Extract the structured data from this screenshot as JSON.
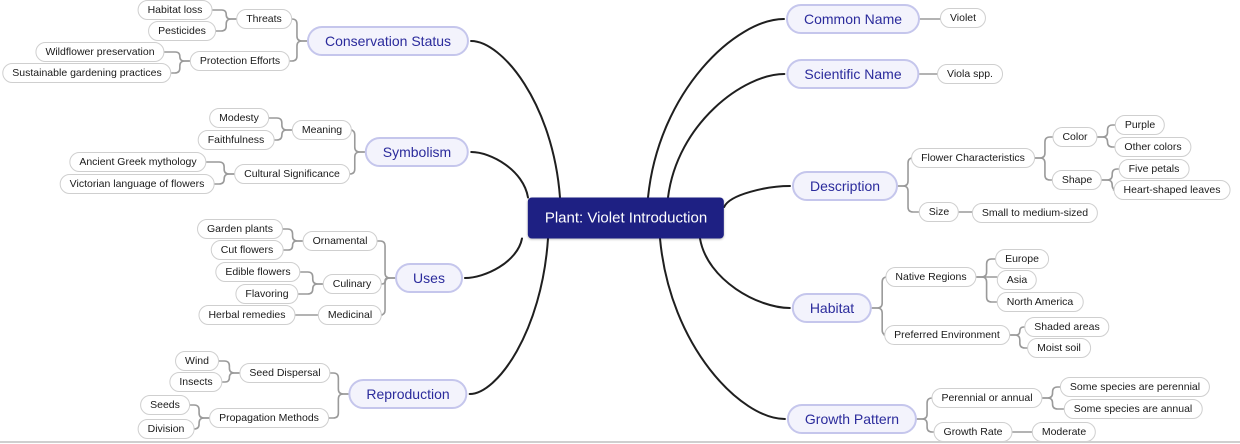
{
  "colors": {
    "canvas_bg": "#ffffff",
    "root_bg": "#1e2083",
    "root_text": "#ffffff",
    "topic_bg": "#f3f3fc",
    "topic_border": "#c5c6ec",
    "topic_text": "#2b2b9c",
    "leaf_bg": "#ffffff",
    "leaf_border": "#cfcfcf",
    "leaf_text": "#1a1a1a",
    "edge_primary": "#1f1f1f",
    "edge_secondary": "#9a9a9a"
  },
  "mindmap": {
    "root": {
      "label": "Plant: Violet Introduction"
    },
    "left": [
      {
        "label": "Conservation Status",
        "children": [
          {
            "label": "Threats",
            "children": [
              {
                "label": "Habitat loss"
              },
              {
                "label": "Pesticides"
              }
            ]
          },
          {
            "label": "Protection Efforts",
            "children": [
              {
                "label": "Wildflower preservation"
              },
              {
                "label": "Sustainable gardening practices"
              }
            ]
          }
        ]
      },
      {
        "label": "Symbolism",
        "children": [
          {
            "label": "Meaning",
            "children": [
              {
                "label": "Modesty"
              },
              {
                "label": "Faithfulness"
              }
            ]
          },
          {
            "label": "Cultural Significance",
            "children": [
              {
                "label": "Ancient Greek mythology"
              },
              {
                "label": "Victorian language of flowers"
              }
            ]
          }
        ]
      },
      {
        "label": "Uses",
        "children": [
          {
            "label": "Ornamental",
            "children": [
              {
                "label": "Garden plants"
              },
              {
                "label": "Cut flowers"
              }
            ]
          },
          {
            "label": "Culinary",
            "children": [
              {
                "label": "Edible flowers"
              },
              {
                "label": "Flavoring"
              }
            ]
          },
          {
            "label": "Medicinal",
            "children": [
              {
                "label": "Herbal remedies"
              }
            ]
          }
        ]
      },
      {
        "label": "Reproduction",
        "children": [
          {
            "label": "Seed Dispersal",
            "children": [
              {
                "label": "Wind"
              },
              {
                "label": "Insects"
              }
            ]
          },
          {
            "label": "Propagation Methods",
            "children": [
              {
                "label": "Seeds"
              },
              {
                "label": "Division"
              }
            ]
          }
        ]
      }
    ],
    "right": [
      {
        "label": "Common Name",
        "children": [
          {
            "label": "Violet"
          }
        ]
      },
      {
        "label": "Scientific Name",
        "children": [
          {
            "label": "Viola spp."
          }
        ]
      },
      {
        "label": "Description",
        "children": [
          {
            "label": "Flower Characteristics",
            "children": [
              {
                "label": "Color",
                "children": [
                  {
                    "label": "Purple"
                  },
                  {
                    "label": "Other colors"
                  }
                ]
              },
              {
                "label": "Shape",
                "children": [
                  {
                    "label": "Five petals"
                  },
                  {
                    "label": "Heart-shaped leaves"
                  }
                ]
              }
            ]
          },
          {
            "label": "Size",
            "children": [
              {
                "label": "Small to medium-sized"
              }
            ]
          }
        ]
      },
      {
        "label": "Habitat",
        "children": [
          {
            "label": "Native Regions",
            "children": [
              {
                "label": "Europe"
              },
              {
                "label": "Asia"
              },
              {
                "label": "North America"
              }
            ]
          },
          {
            "label": "Preferred Environment",
            "children": [
              {
                "label": "Shaded areas"
              },
              {
                "label": "Moist soil"
              }
            ]
          }
        ]
      },
      {
        "label": "Growth Pattern",
        "children": [
          {
            "label": "Perennial or annual",
            "children": [
              {
                "label": "Some species are perennial"
              },
              {
                "label": "Some species are annual"
              }
            ]
          },
          {
            "label": "Growth Rate",
            "children": [
              {
                "label": "Moderate"
              }
            ]
          }
        ]
      }
    ]
  }
}
